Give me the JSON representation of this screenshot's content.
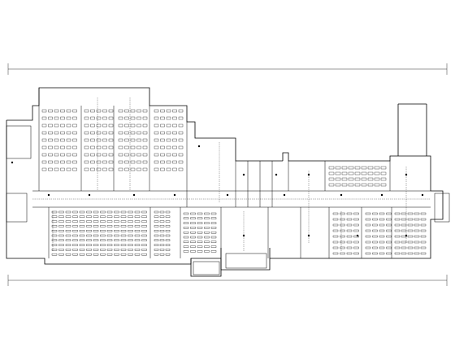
{
  "drawing": {
    "kind": "floor-plan electrical layout",
    "line_color": "#000000",
    "background": "#ffffff"
  },
  "rooms": [
    {
      "id": "north-left-classroom-1",
      "label": ""
    },
    {
      "id": "north-left-classroom-2",
      "label": ""
    },
    {
      "id": "north-left-classroom-3",
      "label": ""
    },
    {
      "id": "center-lab",
      "label": ""
    },
    {
      "id": "south-left-hall",
      "label": ""
    },
    {
      "id": "south-center-hall",
      "label": ""
    },
    {
      "id": "east-classroom-1",
      "label": ""
    },
    {
      "id": "east-classroom-2",
      "label": ""
    },
    {
      "id": "east-classroom-3",
      "label": ""
    },
    {
      "id": "east-classroom-4",
      "label": ""
    }
  ]
}
